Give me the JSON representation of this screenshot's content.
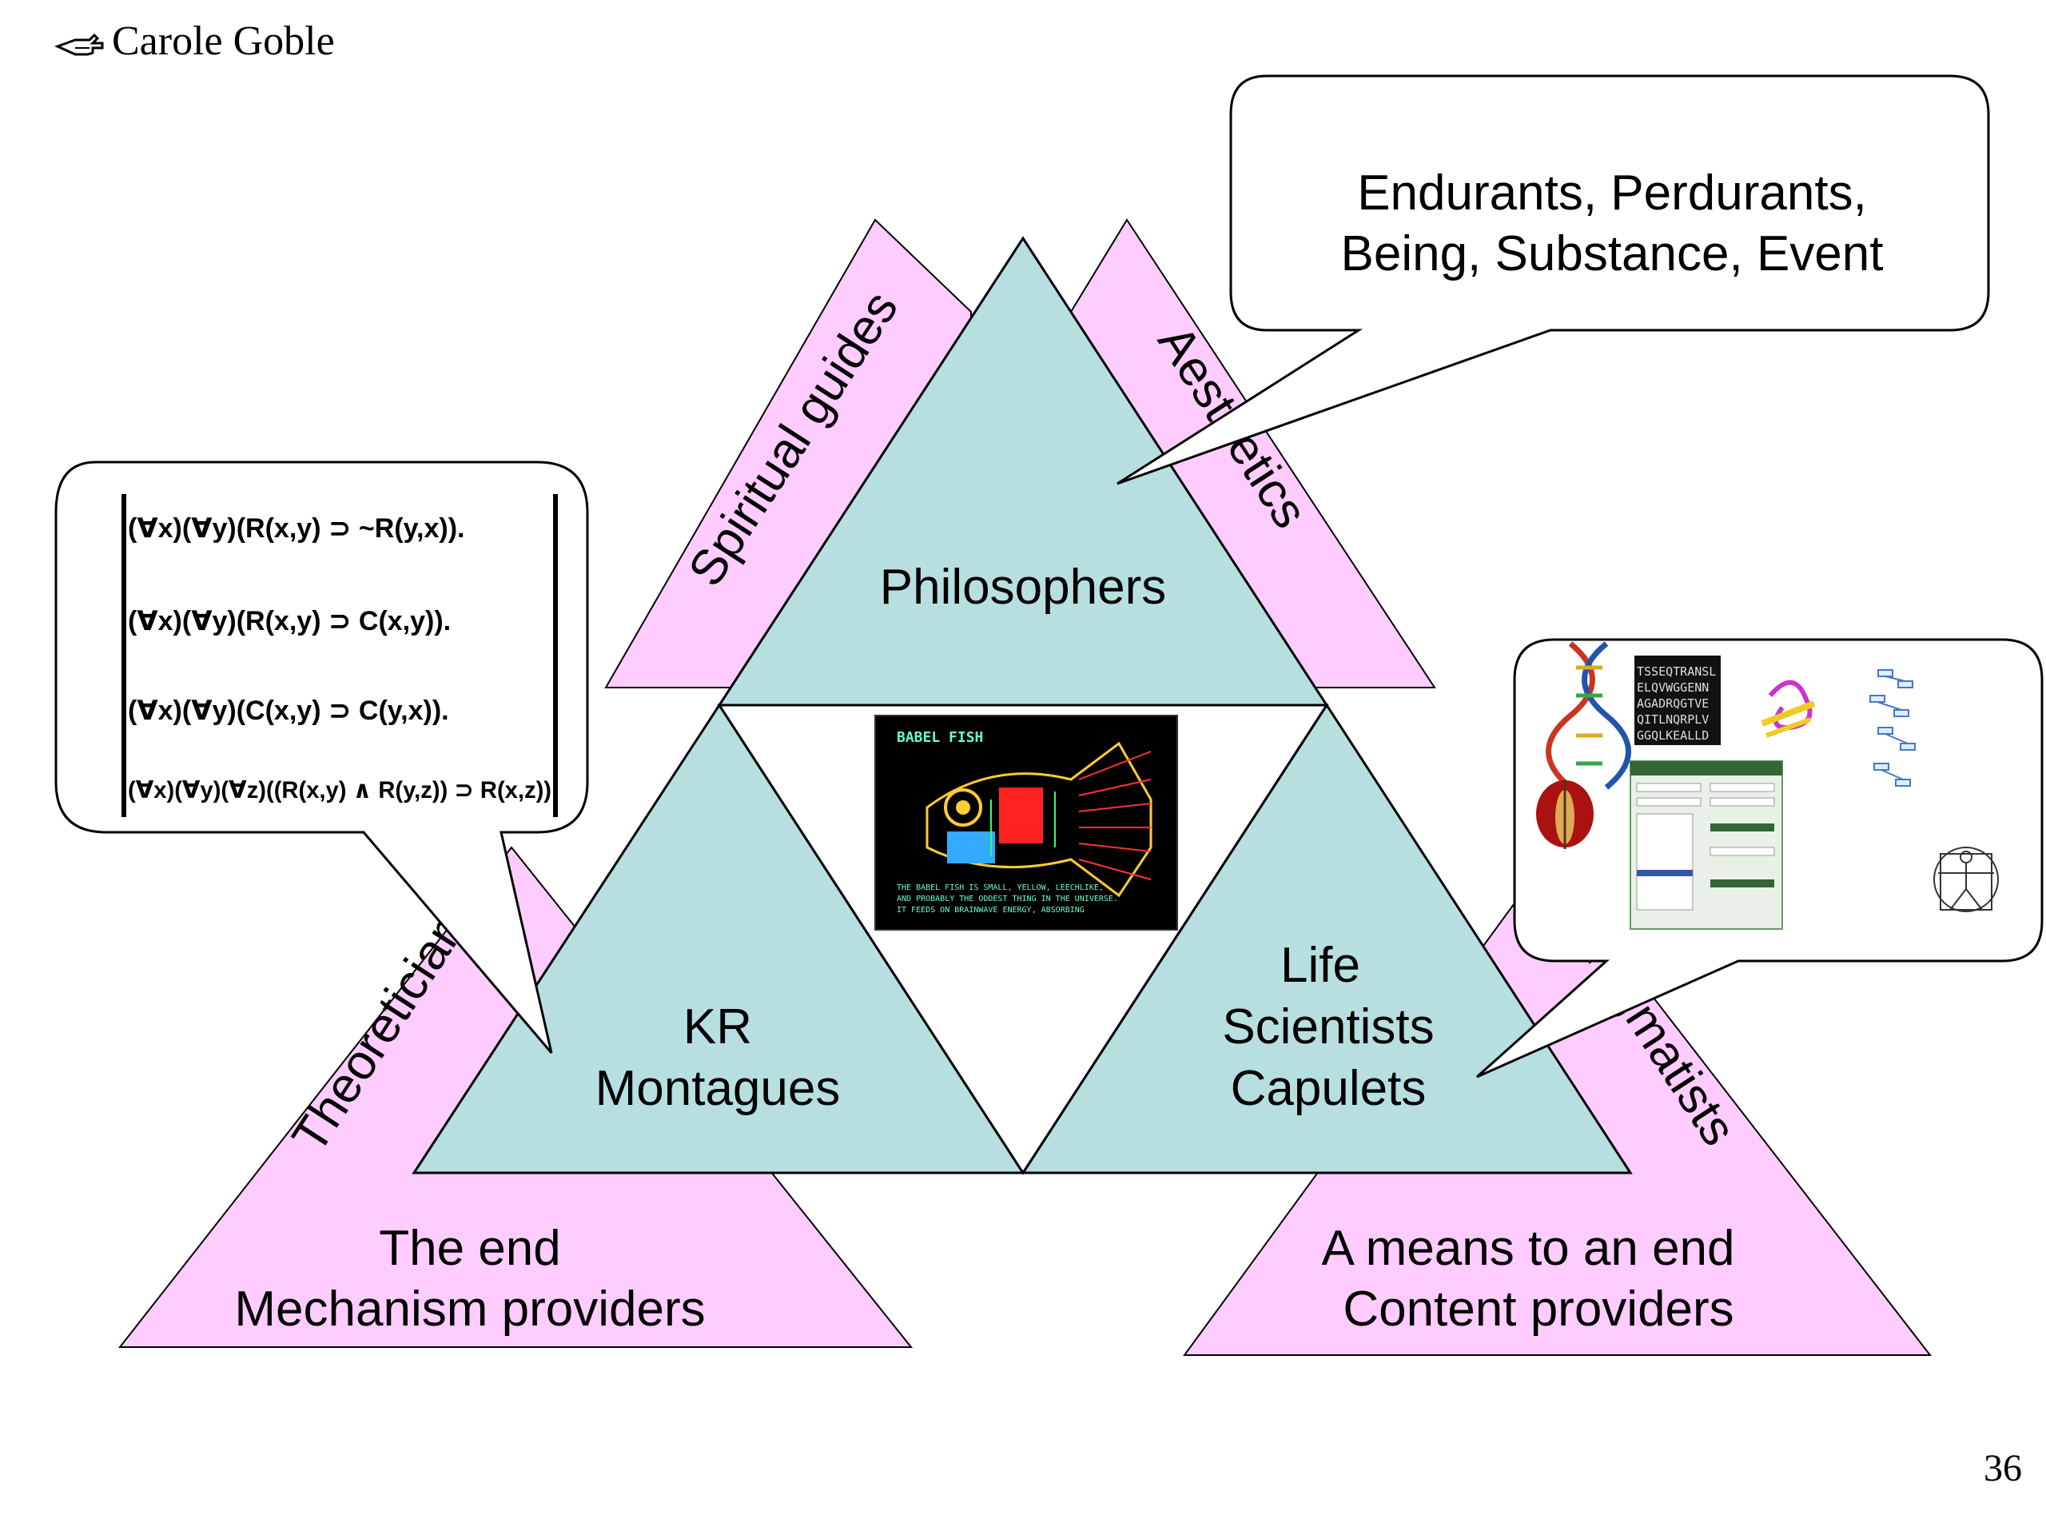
{
  "header": {
    "author": "Carole Goble",
    "logo_icon": "pointing-hand-icon"
  },
  "slide_number": "36",
  "colors": {
    "pink": "#ffccff",
    "teal": "#b7dfe0",
    "outline": "#000000"
  },
  "outer_triangles": {
    "top_left_label": "Spiritual guides",
    "top_right_label": "Aesthetics",
    "bottom_left_label": "Theoreticians",
    "bottom_right_label": "Pragmatists"
  },
  "inner_triangles": {
    "top": {
      "line1": "Philosophers"
    },
    "left": {
      "line1": "KR",
      "line2": "Montagues"
    },
    "right": {
      "line1": "Life",
      "line2": "Scientists",
      "line3": "Capulets"
    }
  },
  "bottom_captions": {
    "left": {
      "line1": "The end",
      "line2": "Mechanism providers"
    },
    "right": {
      "line1": "A means to an end",
      "line2": "Content providers"
    }
  },
  "callouts": {
    "philosophy": {
      "line1": "Endurants, Perdurants,",
      "line2": "Being, Substance, Event"
    },
    "logic": {
      "formulas": [
        "(∀x)(∀y)(R(x,y) ⊃ ~R(y,x)).",
        "(∀x)(∀y)(R(x,y) ⊃ C(x,y)).",
        "(∀x)(∀y)(C(x,y) ⊃ C(y,x)).",
        "(∀x)(∀y)(∀z)((R(x,y) ∧ R(y,z)) ⊃ R(x,z))"
      ]
    },
    "life_science": {
      "dna_icon": "dna-helix-icon",
      "fly_icon": "fly-icon",
      "protein_icon": "protein-structure-icon",
      "pathway_icon": "pathway-diagram-icon",
      "vitruvian_icon": "vitruvian-man-icon",
      "sequence_lines": [
        "TSSEQTRANSL",
        "ELQVWGGENN",
        "AGADRQGTVE",
        "QITLNQRPLV",
        "GGQLKEALLD"
      ]
    }
  },
  "babel_fish": {
    "title": "BABEL FISH",
    "caption_lines": [
      "THE BABEL FISH IS SMALL, YELLOW, LEECHLIKE,",
      "AND PROBABLY THE ODDEST THING IN THE UNIVERSE.",
      "IT FEEDS ON BRAINWAVE ENERGY, ABSORBING"
    ]
  }
}
